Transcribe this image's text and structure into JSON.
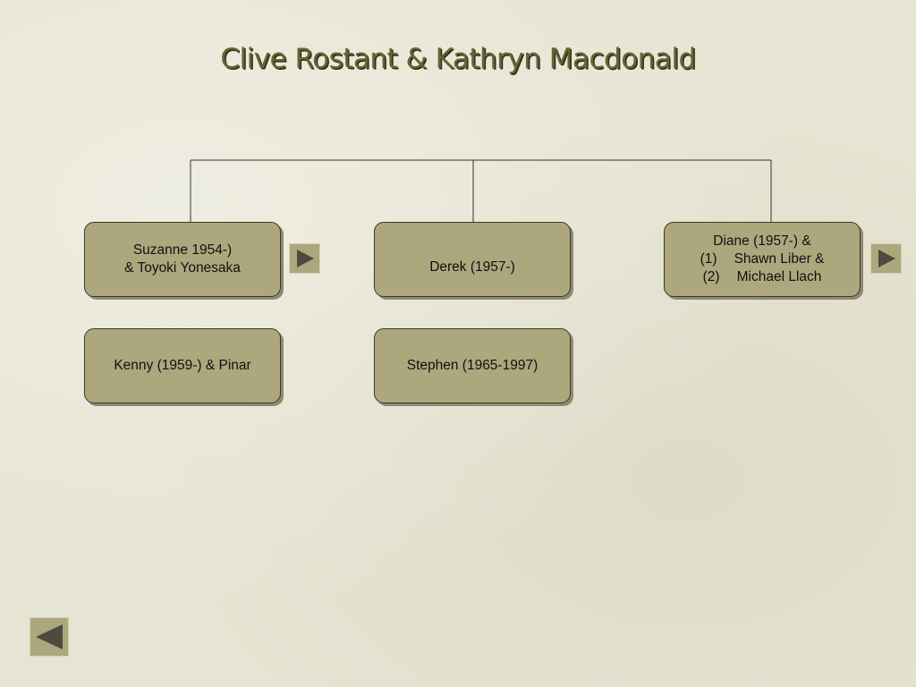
{
  "title": "Clive Rostant & Kathryn Macdonald",
  "children": {
    "suzanne": {
      "line1": "Suzanne 1954-)",
      "line2": "& Toyoki Yonesaka"
    },
    "derek": {
      "line1": "Derek (1957-)"
    },
    "diane": {
      "line1": "Diane (1957-) &",
      "spouse1_num": "(1)",
      "spouse1_name": "Shawn Liber &",
      "spouse2_num": "(2)",
      "spouse2_name": "Michael Llach"
    },
    "kenny": {
      "line1": "Kenny (1959-) & Pinar"
    },
    "stephen": {
      "line1": "Stephen (1965-1997)"
    }
  },
  "icons": {
    "forward": "triangle-right-icon",
    "back": "triangle-left-icon"
  },
  "colors": {
    "box_fill": "#aca77d",
    "title": "#666433",
    "background": "#e6e4d2",
    "arrow": "#4d4b3d"
  }
}
